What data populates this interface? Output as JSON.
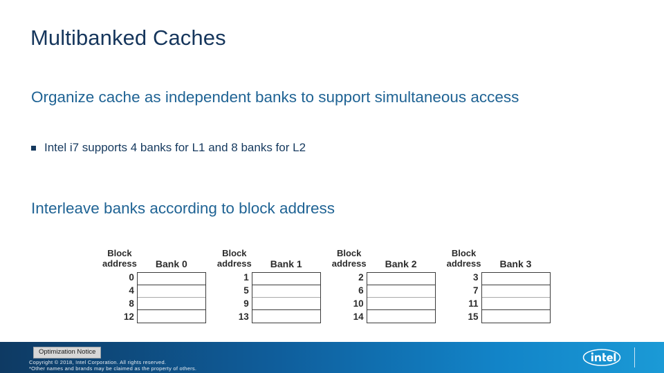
{
  "slide": {
    "title": "Multibanked Caches",
    "lead_1": "Organize cache as independent banks to support simultaneous access",
    "bullet_1": "Intel i7 supports 4 banks for L1 and 8 banks for L2",
    "lead_2": "Interleave banks according to block address"
  },
  "diagram": {
    "address_header_line1": "Block",
    "address_header_line2": "address",
    "banks": [
      {
        "label": "Bank 0",
        "addresses": [
          "0",
          "4",
          "8",
          "12"
        ]
      },
      {
        "label": "Bank 1",
        "addresses": [
          "1",
          "5",
          "9",
          "13"
        ]
      },
      {
        "label": "Bank 2",
        "addresses": [
          "2",
          "6",
          "10",
          "14"
        ]
      },
      {
        "label": "Bank 3",
        "addresses": [
          "3",
          "7",
          "11",
          "15"
        ]
      }
    ]
  },
  "footer": {
    "optimization_notice": "Optimization Notice",
    "copyright_line_1": "Copyright © 2018, Intel Corporation. All rights reserved.",
    "copyright_line_2": "*Other names and brands may be claimed as the property of others.",
    "logo_text": "intel",
    "colors": {
      "footer_start": "#0e3a63",
      "footer_end": "#1b9ad6",
      "title": "#16365c",
      "body_accent": "#1f6394"
    }
  }
}
